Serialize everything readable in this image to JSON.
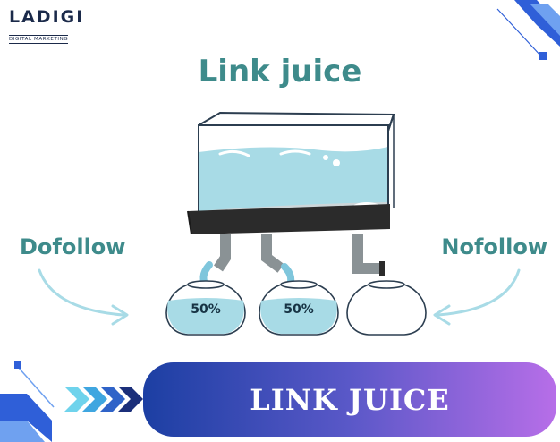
{
  "logo": {
    "name": "LADIGI",
    "tagline": "DIGITAL MARKETING"
  },
  "title": "Link juice",
  "labels": {
    "left": "Dofollow",
    "right": "Nofollow"
  },
  "bowls": [
    {
      "percent": "50%"
    },
    {
      "percent": "50%"
    },
    {
      "percent": ""
    }
  ],
  "banner": {
    "text": "LINK JUICE"
  },
  "colors": {
    "accent": "#3e8b8b",
    "water": "#a8dbe6",
    "brand": "#1b2a4a"
  }
}
